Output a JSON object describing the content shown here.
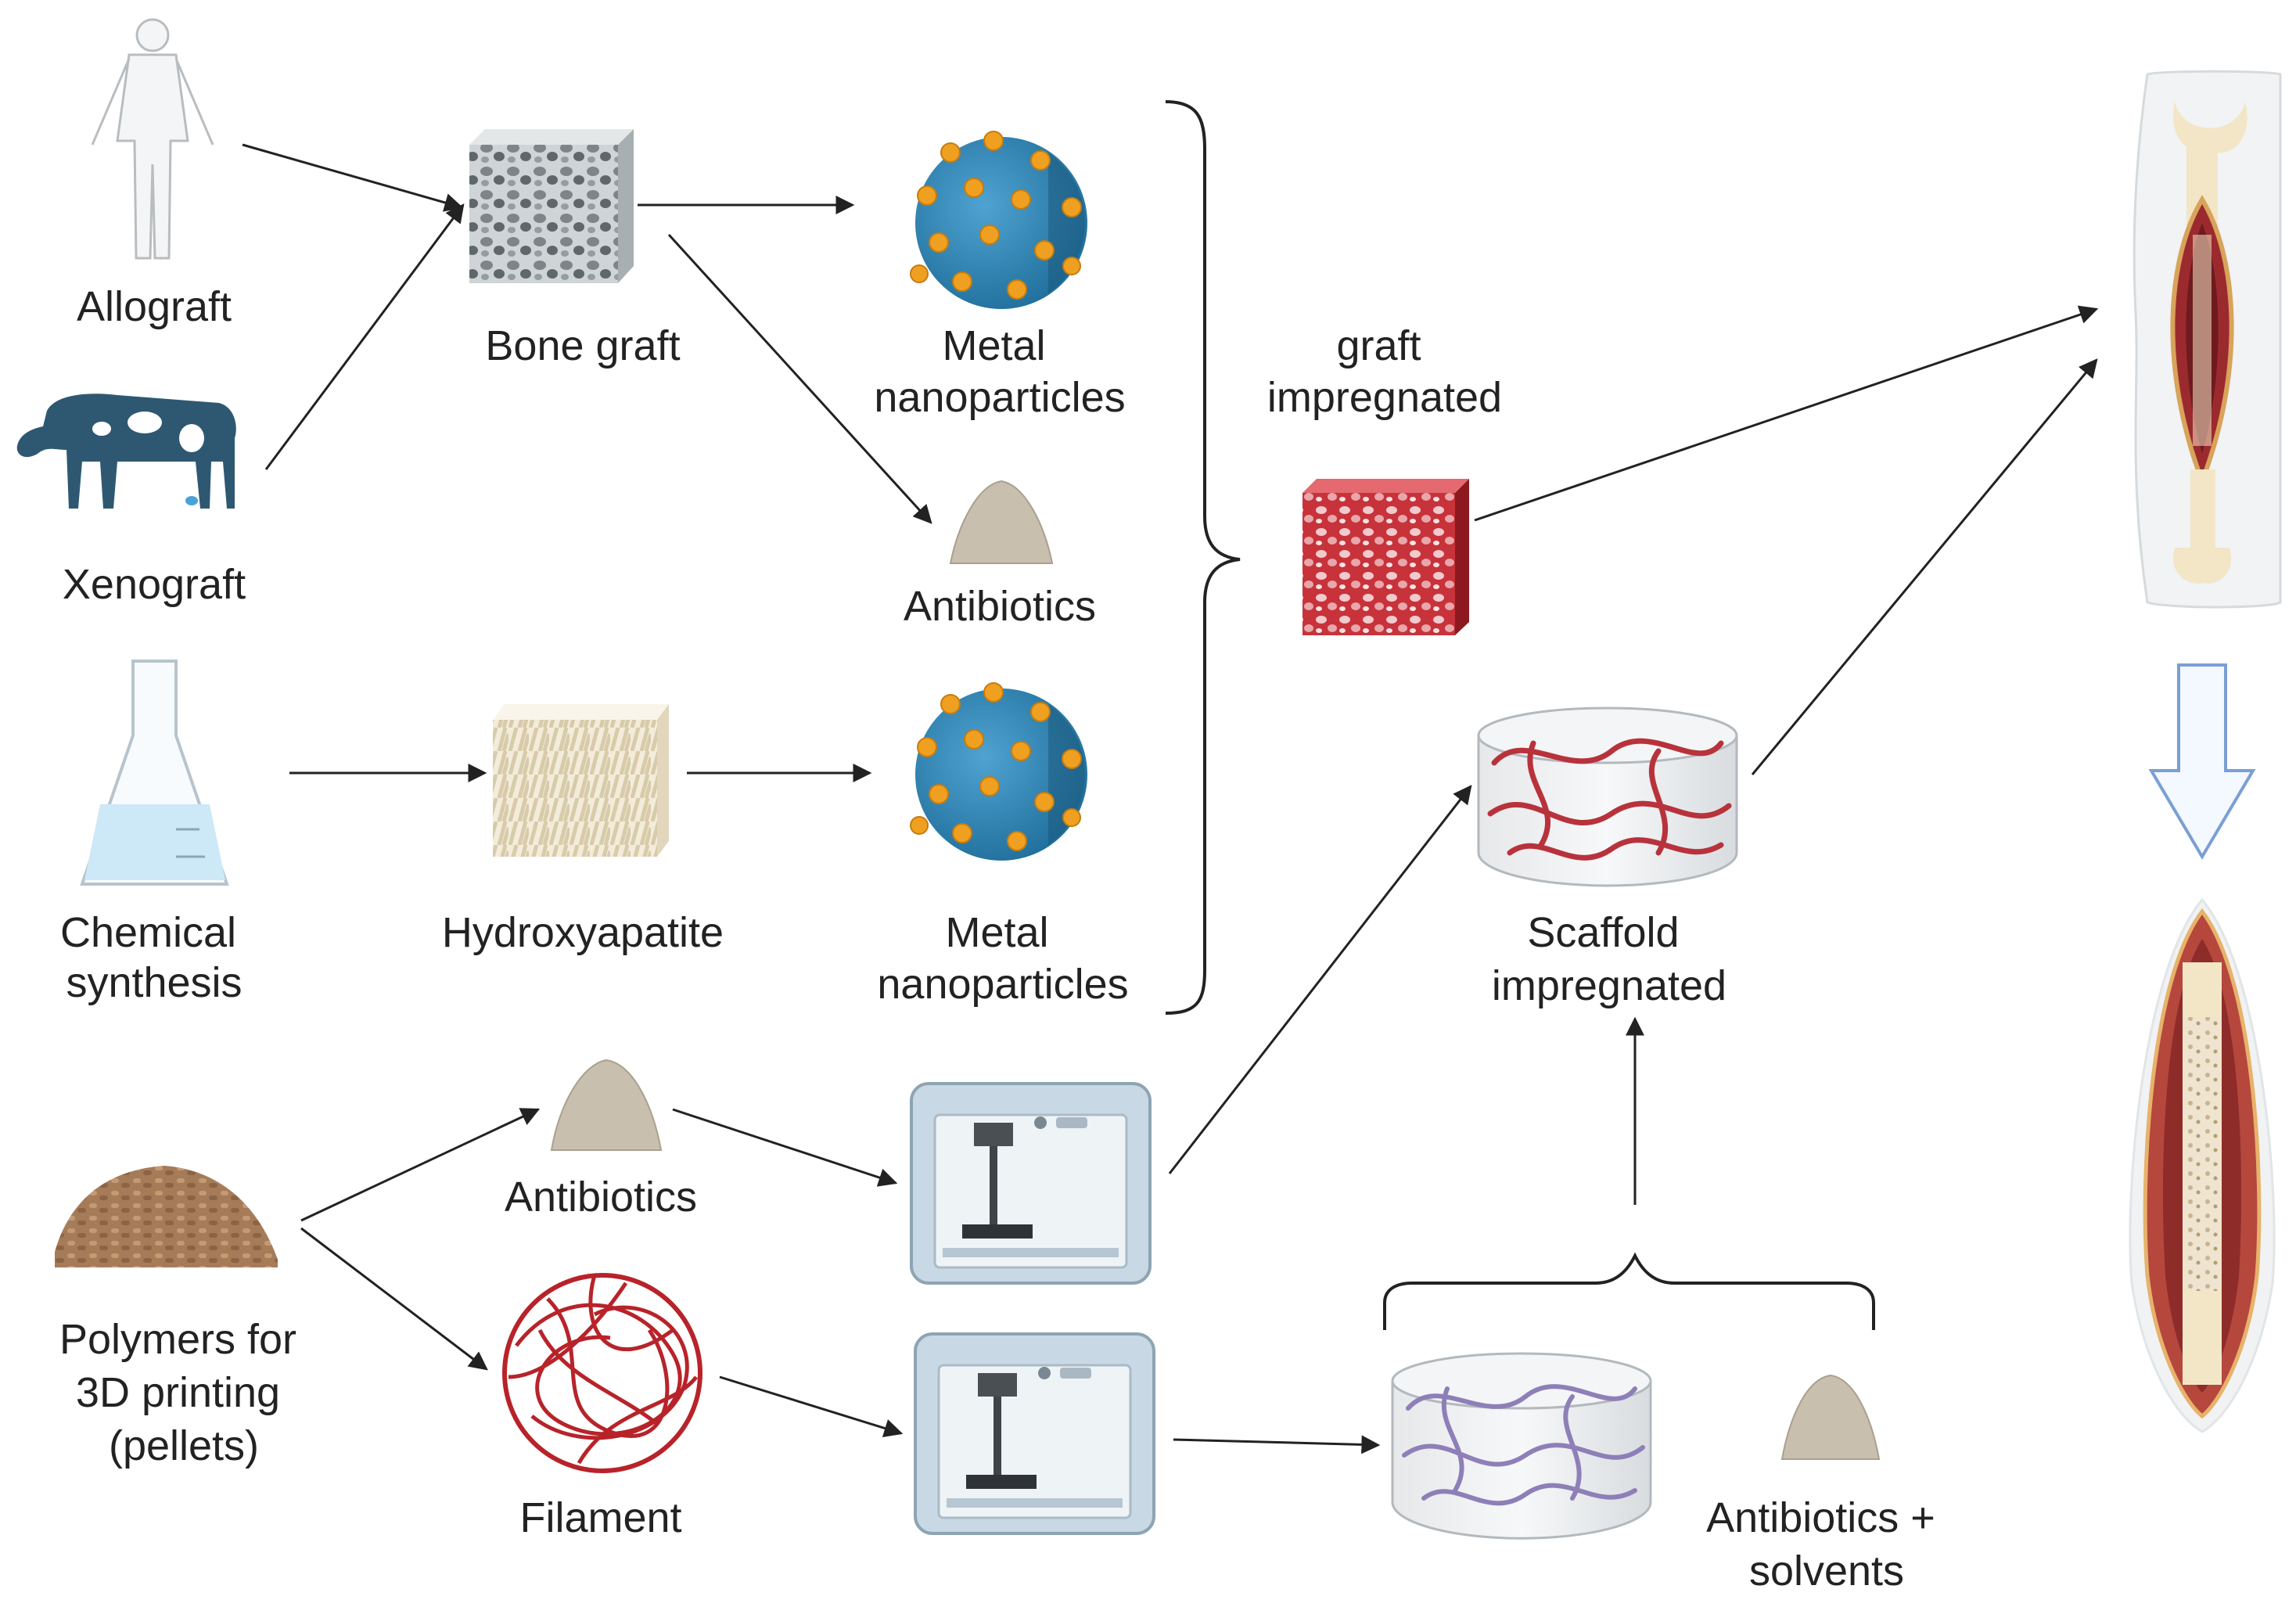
{
  "labels": {
    "allograft": "Allograft",
    "xenograft": "Xenograft",
    "chemical_synthesis": [
      "Chemical",
      "synthesis"
    ],
    "polymers": [
      "Polymers for",
      "3D printing",
      "(pellets)"
    ],
    "bone_graft": "Bone graft",
    "hydroxyapatite": "Hydroxyapatite",
    "metal_np_top": [
      "Metal",
      "nanoparticles"
    ],
    "metal_np_mid": [
      "Metal",
      "nanoparticles"
    ],
    "antibiotics_top": "Antibiotics",
    "antibiotics_bottom": "Antibiotics",
    "filament": "Filament",
    "graft_impregnated": [
      "graft",
      "impregnated"
    ],
    "scaffold_impregnated": [
      "Scaffold",
      "impregnated"
    ],
    "antibiotics_solvents": [
      "Antibiotics +",
      "solvents"
    ]
  },
  "colors": {
    "text": "#222222",
    "arrow": "#222222",
    "nanoparticle_blue": "#2f86b8",
    "nanoparticle_dot": "#f0a020",
    "graft_red": "#b5222a",
    "filament_red": "#b8232a",
    "powder": "#c8bfae",
    "cow": "#2e5872",
    "flask_liquid": "#cde8f7",
    "printer": "#c8d8e4",
    "scaffold_purple": "#8e7fb8",
    "pellets": "#a87d5c",
    "down_arrow_fill": "#f4f8ff",
    "down_arrow_stroke": "#7a9fd4"
  }
}
